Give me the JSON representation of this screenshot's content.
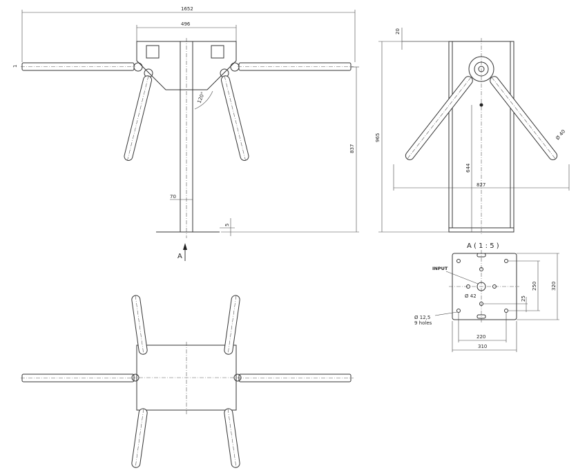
{
  "front_view": {
    "dim_total_width": "1652",
    "dim_top_width": "496",
    "dim_height": "837",
    "dim_angle": "120°",
    "dim_post": "70",
    "dim_base": "5",
    "dim_marker": "1"
  },
  "side_view": {
    "dim_top": "20",
    "dim_height": "965",
    "dim_arm_dia": "Ø 40",
    "dim_inner_height": "644",
    "dim_span": "827"
  },
  "view_arrow": {
    "label": "A"
  },
  "detail_a": {
    "title": "A ( 1 : 5 )",
    "input_label": "INPUT",
    "hole_dia": "Ø 42",
    "holes_dia": "Ø 12,5",
    "holes_count": "9 holes",
    "dim_250": "250",
    "dim_320": "320",
    "dim_25": "25",
    "dim_220": "220",
    "dim_310": "310"
  }
}
